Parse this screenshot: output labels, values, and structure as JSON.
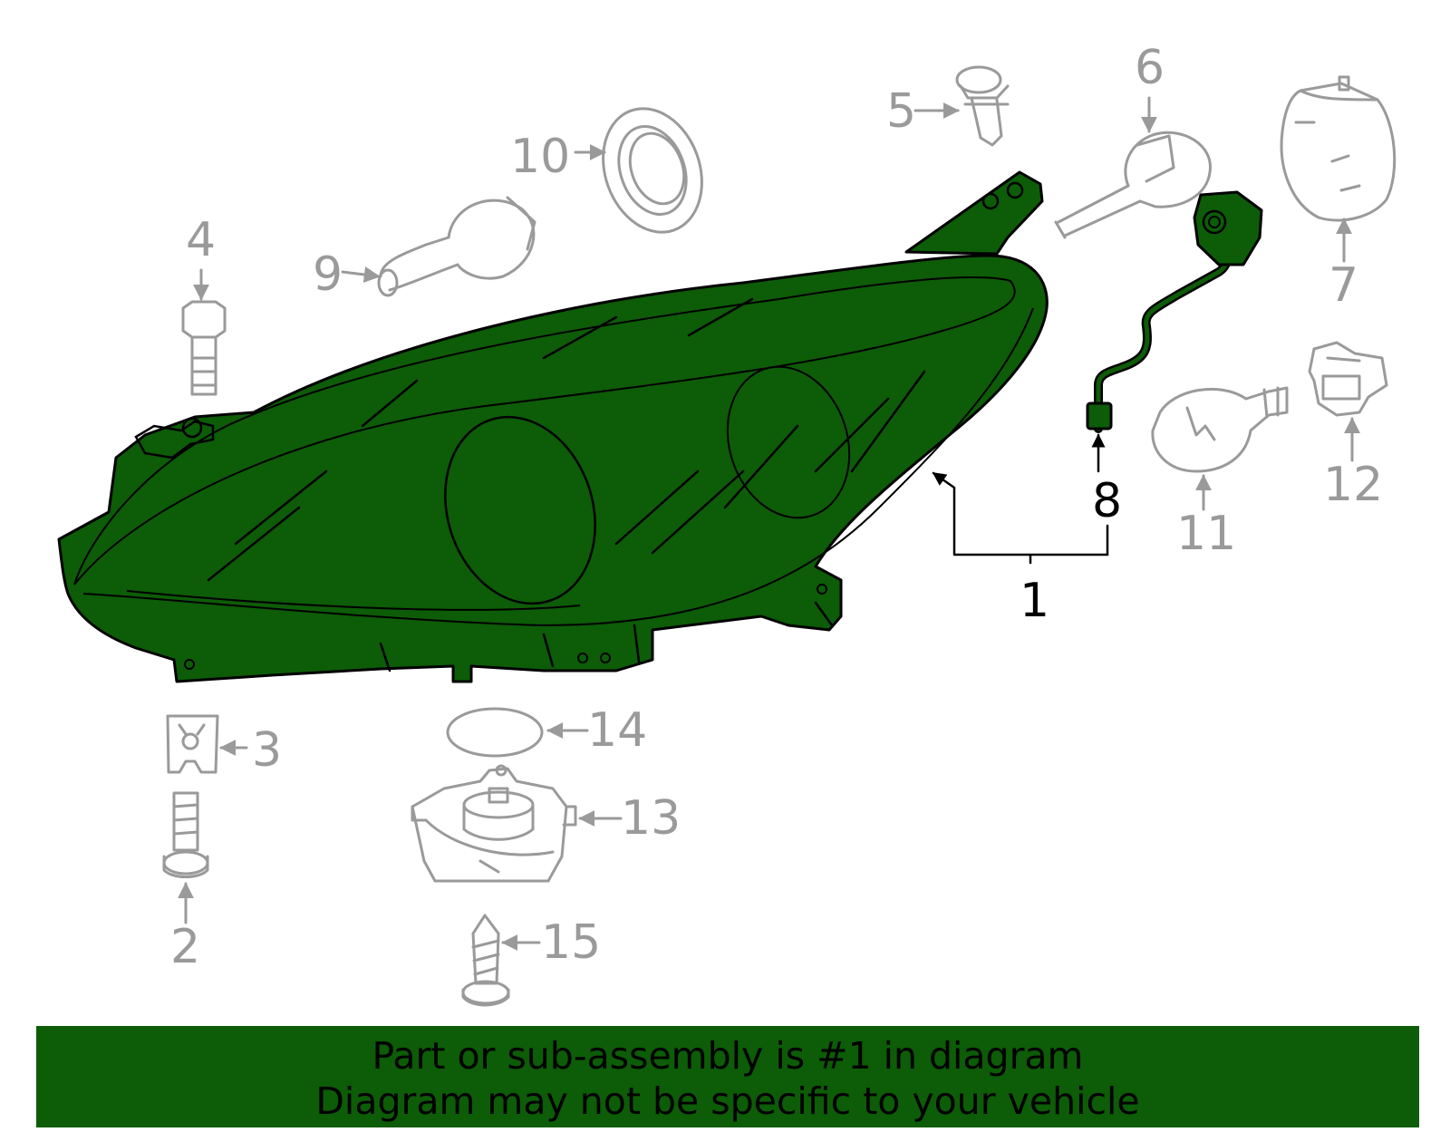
{
  "colors": {
    "highlight": "#0d5c07",
    "callout_gray": "#9a9a9a",
    "callout_black": "#000000"
  },
  "callouts": {
    "c1": "1",
    "c2": "2",
    "c3": "3",
    "c4": "4",
    "c5": "5",
    "c6": "6",
    "c7": "7",
    "c8": "8",
    "c9": "9",
    "c10": "10",
    "c11": "11",
    "c12": "12",
    "c13": "13",
    "c14": "14",
    "c15": "15"
  },
  "highlighted_parts": [
    "1",
    "8"
  ],
  "banner": {
    "line1": "Part or sub-assembly is #1 in diagram",
    "line2": "Diagram may not be specific to your vehicle"
  }
}
